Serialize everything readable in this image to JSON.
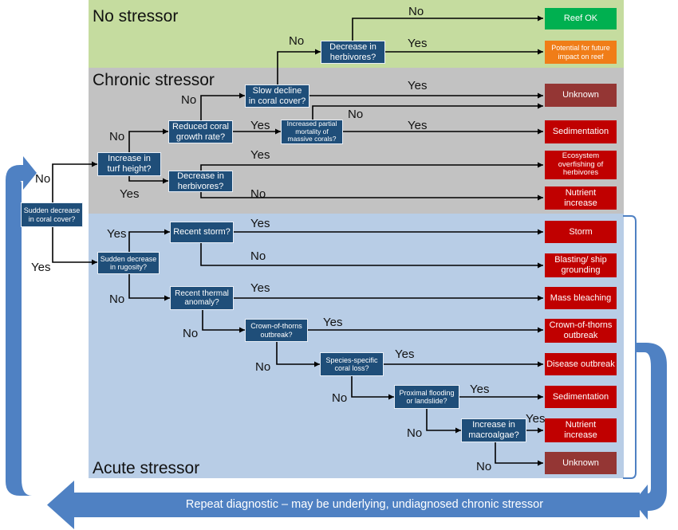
{
  "zones": {
    "no_stressor": {
      "label": "No stressor",
      "color": "#c5dc9f"
    },
    "chronic_stressor": {
      "label": "Chronic stressor",
      "color": "#c2c2c2"
    },
    "acute_stressor": {
      "label": "Acute stressor",
      "color": "#b8cde6"
    }
  },
  "questions": {
    "sudden_coral": "Sudden decrease\nin coral cover?",
    "turf_height": "Increase in\nturf height?",
    "reduced_growth": "Reduced coral\ngrowth rate?",
    "slow_decline": "Slow decline\nin coral cover?",
    "herbivores_top": "Decrease in\nherbivores?",
    "partial_mortality": "Increased partial\nmortality of\nmassive corals?",
    "herbivores_mid": "Decrease in\nherbivores?",
    "rugosity": "Sudden decrease\nin rugosity?",
    "storm": "Recent storm?",
    "thermal": "Recent thermal\nanomaly?",
    "cots": "Crown-of-thorns\noutbreak?",
    "species_loss": "Species-specific\ncoral loss?",
    "flooding": "Proximal flooding\nor landslide?",
    "macroalgae": "Increase in\nmacroalgae?"
  },
  "outcomes": {
    "reef_ok": "Reef OK",
    "future_impact": "Potential for future\nimpact on reef",
    "unknown_chronic": "Unknown",
    "sedimentation_chronic": "Sedimentation",
    "overfishing": "Ecosystem\noverfishing of\nherbivores",
    "nutrient_chronic": "Nutrient\nincrease",
    "storm": "Storm",
    "blasting": "Blasting/ ship\ngrounding",
    "bleaching": "Mass bleaching",
    "cots": "Crown-of-thorns\noutbreak",
    "disease": "Disease outbreak",
    "sedimentation_acute": "Sedimentation",
    "nutrient_acute": "Nutrient\nincrease",
    "unknown_acute": "Unknown"
  },
  "outcome_colors": {
    "green": "#00b050",
    "orange": "#f07d18",
    "red": "#c00000",
    "brown": "#943634"
  },
  "edge_labels": {
    "yes": "Yes",
    "no": "No"
  },
  "arrow_color": "#4f81c3",
  "repeat_diagnostic": "Repeat diagnostic – may be underlying, undiagnosed chronic stressor"
}
